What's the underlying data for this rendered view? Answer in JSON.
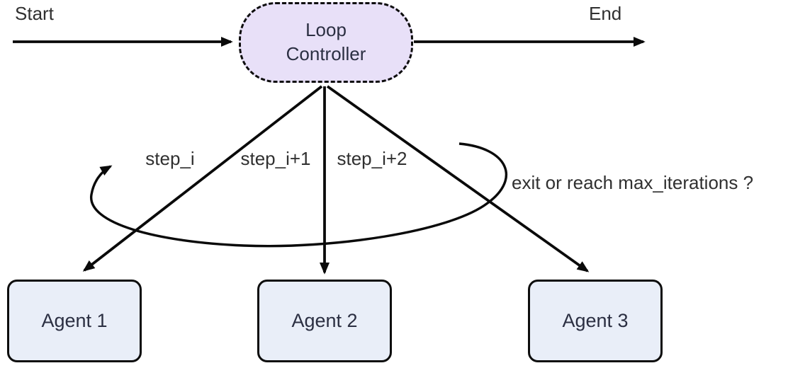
{
  "labels": {
    "start": "Start",
    "end": "End"
  },
  "nodes": {
    "controller": {
      "label": "Loop Controller"
    },
    "agents": [
      {
        "label": "Agent 1"
      },
      {
        "label": "Agent 2"
      },
      {
        "label": "Agent 3"
      }
    ]
  },
  "edges": {
    "step_labels": [
      "step_i",
      "step_i+1",
      "step_i+2"
    ],
    "loop_label": "exit or reach max_iterations ?"
  },
  "colors": {
    "controller-fill": "#e8e0f8",
    "agent-fill": "#e9eef8",
    "edge-stroke": "#0a0a0a",
    "node-border": "#0d0d0d",
    "text-dark": "#2b2f42",
    "label-gray": "#303030"
  }
}
